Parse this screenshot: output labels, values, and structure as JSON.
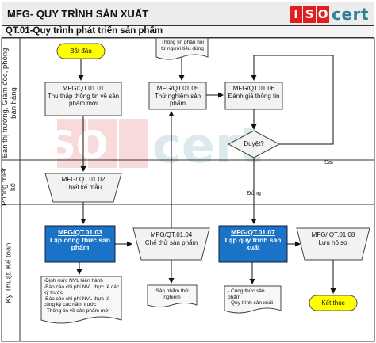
{
  "header": {
    "title": "MFG- QUY TRÌNH SẢN XUẤT",
    "logo_iso": [
      "I",
      "S",
      "O"
    ],
    "logo_cert": "cert"
  },
  "subheader": "QT.01-Quy trình phát triển sản phẩm",
  "lanes": [
    "Ban thị trường, Giám đốc, phòng bán hàng",
    "Phòng thiết kế",
    "Kỹ Thuật, Kế toán"
  ],
  "start": "Bắt đầu",
  "end": "Kết thúc",
  "steps": {
    "s0101": {
      "code": "MFG/QT.01.01",
      "text": "Thu thập thông tin về sản phẩm mới"
    },
    "s0102": {
      "code": "MFG/ QT.01.02",
      "text": "Thiết kế mẫu"
    },
    "s0103": {
      "code": "MFG/QT.01.03",
      "text": "Lập công thức sản phẩm"
    },
    "s0104": {
      "code": "MFG/QT.01.04",
      "text": "Chế thử sản phẩm"
    },
    "s0105": {
      "code": "MFG/QT.01.05",
      "text": "Thử nghiệm sản phẩm"
    },
    "s0106": {
      "code": "MFG/QT.01.06",
      "text": "Đánh giá thông tin"
    },
    "s0107": {
      "code": "MFG/QT.01.07",
      "text": "Lập quy trình sản xuất"
    },
    "s0108": {
      "code": "MFG/ QT.01.08",
      "text": "Lưu hồ sơ"
    }
  },
  "decision": "Duyệt?",
  "branches": {
    "yes": "Đúng",
    "no": "Sai"
  },
  "documents": {
    "feedback": "Thông tin phản hồi từ người tiêu dùng",
    "inputs": [
      "-Định mức NVL hiện hành",
      "-Báo cáo chi phí NVL thực tế các kỳ trước",
      "-Báo cáo chi phí NVL thực tế cùng kỳ các năm trước",
      "- Thông tin về sản phẩm mới"
    ],
    "trial": "Sản phẩm thử nghiệm",
    "outputs": [
      "- Công thức sản phẩm",
      "- Quy trình sản xuất"
    ]
  },
  "watermark": {
    "iso": "ISO",
    "cert": "cert"
  },
  "colors": {
    "blue_box": "#1a73c7",
    "start_end": "#ffff00",
    "box_fill": "#f2f2f2"
  }
}
